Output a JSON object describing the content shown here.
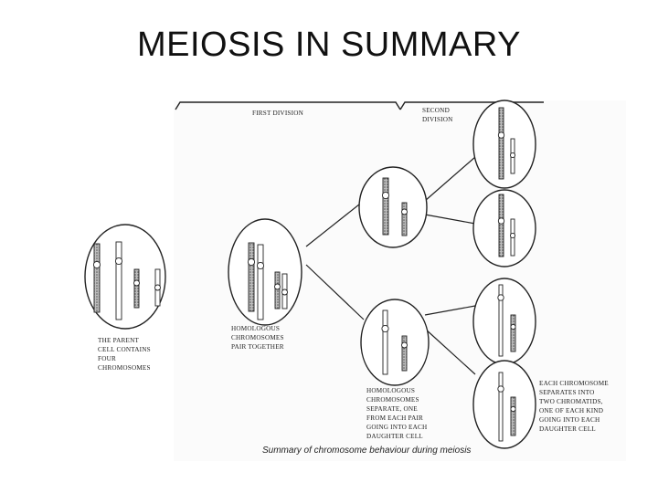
{
  "title": "MEIOSIS IN SUMMARY",
  "diagram": {
    "headers": {
      "first_division": "FIRST DIVISION",
      "second_division": [
        "SECOND",
        "DIVISION"
      ]
    },
    "labels": {
      "parent": [
        "THE PARENT",
        "CELL CONTAINS",
        "FOUR",
        "CHROMOSOMES"
      ],
      "homologous_pair": [
        "HOMOLOGOUS",
        "CHROMOSOMES",
        "PAIR TOGETHER"
      ],
      "homologous_separate": [
        "HOMOLOGOUS",
        "CHROMOSOMES",
        "SEPARATE, ONE",
        "FROM EACH PAIR",
        "GOING INTO EACH",
        "DAUGHTER CELL"
      ],
      "chromatids": [
        "EACH CHROMOSOME",
        "SEPARATES INTO",
        "TWO CHROMATIDS,",
        "ONE OF EACH KIND",
        "GOING INTO EACH",
        "DAUGHTER CELL"
      ]
    },
    "caption": "Summary of chromosome behaviour during meiosis",
    "colors": {
      "ink": "#222222",
      "shade": "#8a8a8a"
    }
  }
}
